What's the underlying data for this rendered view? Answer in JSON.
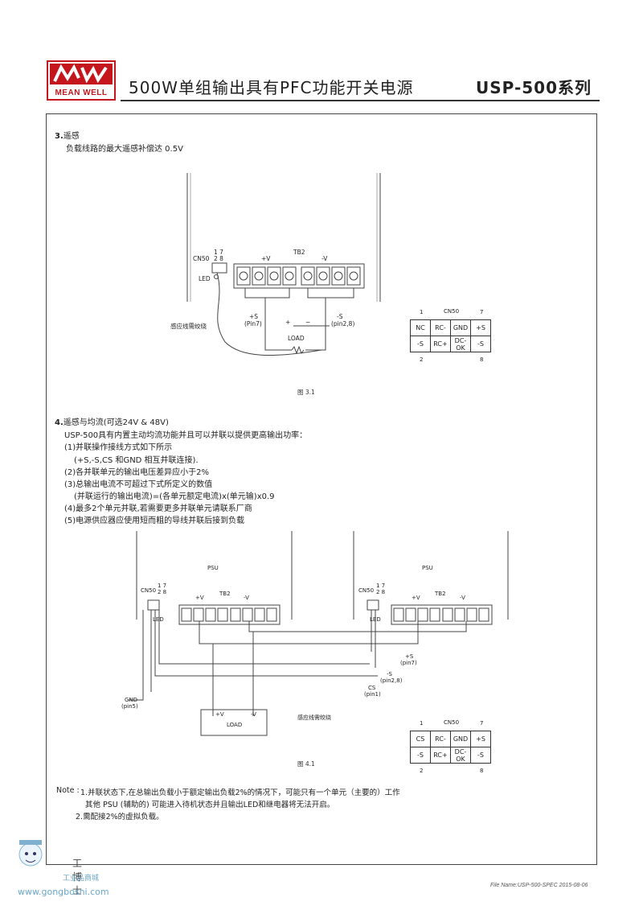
{
  "header": {
    "logo_text": "MEAN WELL",
    "title": "500W单组输出具有PFC功能开关电源",
    "series": "USP-500系列"
  },
  "section3": {
    "heading_num": "3.",
    "heading": "遥感",
    "desc": "负载线路的最大遥感补偿达 0.5V",
    "fig": {
      "cn50": "CN50",
      "pin_top": "1  7",
      "pin_sub": "2  8",
      "led": "LED",
      "tb2": "TB2",
      "plus_v": "+V",
      "minus_v": "-V",
      "plus_s": "+S",
      "plus_s_pin": "(Pin7)",
      "minus_s": "-S",
      "minus_s_pin": "(pin2,8)",
      "load": "LOAD",
      "plus": "+",
      "minus": "−",
      "twist_label": "感应线需绞绕"
    },
    "caption": "图 3.1",
    "table": {
      "title": "CN50",
      "col_l": "1",
      "col_r": "7",
      "foot_l": "2",
      "foot_r": "8",
      "rows": [
        [
          "NC",
          "RC-",
          "GND",
          "+S"
        ],
        [
          "-S",
          "RC+",
          "DC-OK",
          "-S"
        ]
      ]
    }
  },
  "section4": {
    "heading_num": "4.",
    "heading": "遥感与均流(可选24V & 48V)",
    "lines": [
      "USP-500具有内置主动均流功能并且可以并联以提供更高输出功率：",
      "(1)并联操作接线方式如下所示",
      "(+S,-S,CS 和GND 相互并联连接).",
      "(2)各并联单元的输出电压差异应小于2%",
      "(3)总输出电流不可超过下式所定义的数值",
      "(并联运行的输出电流)=(各单元额定电流)x(单元输)x0.9",
      "(4)最多2个单元并联,若需要更多并联单元请联系厂商",
      "(5)电源供应器应使用短而粗的导线并联后接到负载"
    ],
    "fig": {
      "psu": "PSU",
      "cn50": "CN50",
      "pin_top": "1  7",
      "pin_sub": "2  8",
      "led": "LED",
      "tb2": "TB2",
      "plus_v": "+V",
      "minus_v": "-V",
      "plus_s": "+S",
      "plus_s_pin": "(pin7)",
      "minus_s": "-S",
      "minus_s_pin": "(pin2,8)",
      "cs": "CS",
      "cs_pin": "(pin1)",
      "gnd": "GND",
      "gnd_pin": "(pin5)",
      "load": "LOAD",
      "twist_label": "感应线需绞绕"
    },
    "caption": "图 4.1",
    "table": {
      "title": "CN50",
      "col_l": "1",
      "col_r": "7",
      "foot_l": "2",
      "foot_r": "8",
      "rows": [
        [
          "CS",
          "RC-",
          "GND",
          "+S"
        ],
        [
          "-S",
          "RC+",
          "DC-OK",
          "-S"
        ]
      ]
    }
  },
  "note": {
    "label": "Note :",
    "line1": "1.并联状态下,在总输出负载小于额定输出负载2%的情况下，可能只有一个单元（主要的）工作",
    "line2": "其他 PSU (辅助的) 可能进入待机状态并且输出LED和继电器将无法开启。",
    "line3": "2.需配接2%的虚拟负载。"
  },
  "footer": {
    "file": "File Name:USP-500-SPEC   2015-08-06"
  },
  "watermark": {
    "cn": "工博士",
    "sub": "工业品商城",
    "url": "www.gongboshi.com"
  }
}
